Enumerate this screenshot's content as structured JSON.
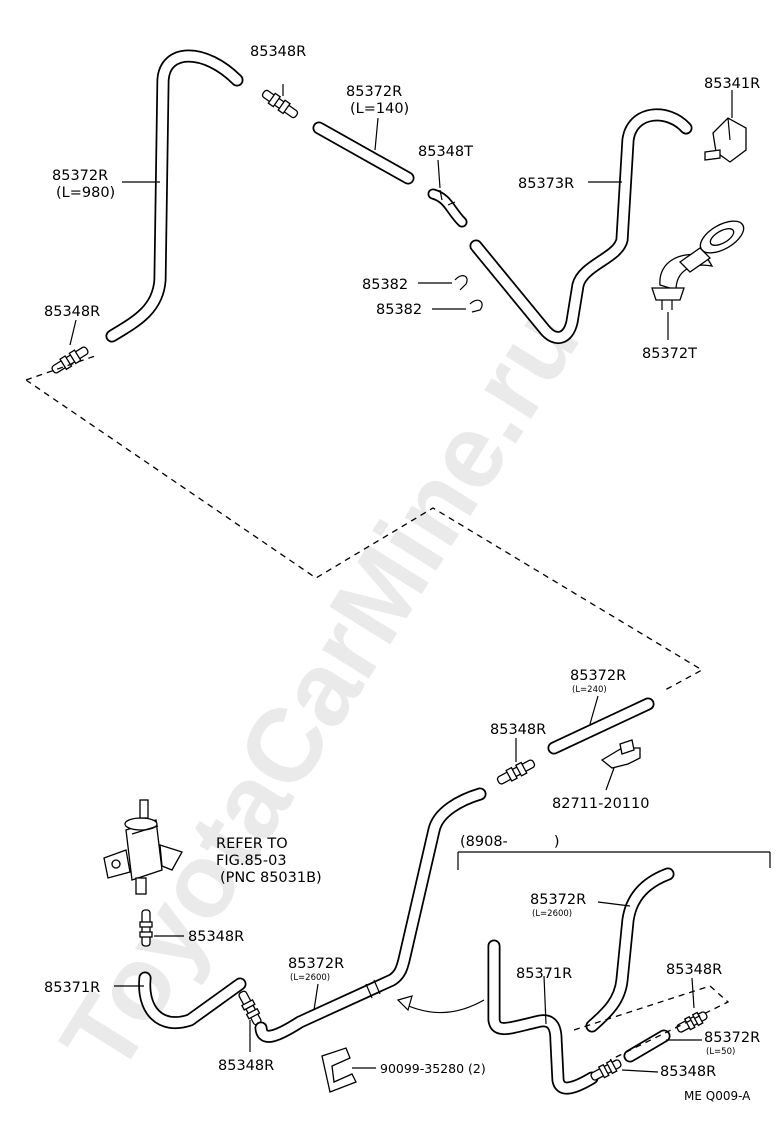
{
  "watermark": "ToyotaCarMine.ru",
  "labels": {
    "upper_85348r": "85348R",
    "hose_140_part": "85372R",
    "hose_140_len": "(L=140)",
    "hose_980_part": "85372R",
    "hose_980_len": "(L=980)",
    "elbow_85348t": "85348T",
    "valve_85341r": "85341R",
    "hose_85373r": "85373R",
    "clip_85382_a": "85382",
    "clip_85382_b": "85382",
    "left_85348r": "85348R",
    "grommet_85372t": "85372T",
    "hose_240_part": "85372R",
    "hose_240_len": "(L=240)",
    "mid_85348r": "85348R",
    "bracket_82711": "82711-20110",
    "refer_line1": "REFER TO",
    "refer_line2": "FIG.85-03",
    "refer_line3": "(PNC 85031B)",
    "pump_85348r": "85348R",
    "hose_85371r": "85371R",
    "hose_2600_part": "85372R",
    "hose_2600_len": "(L=2600)",
    "lower_85348r": "85348R",
    "clip_90099": "90099-35280 (2)",
    "inset_range": "(8908-          )",
    "inset_2600_part": "85372R",
    "inset_2600_len": "(L=2600)",
    "inset_85371r": "85371R",
    "inset_85348r_a": "85348R",
    "inset_50_part": "85372R",
    "inset_50_len": "(L=50)",
    "inset_85348r_b": "85348R",
    "figure_code": "ME Q009-A"
  }
}
